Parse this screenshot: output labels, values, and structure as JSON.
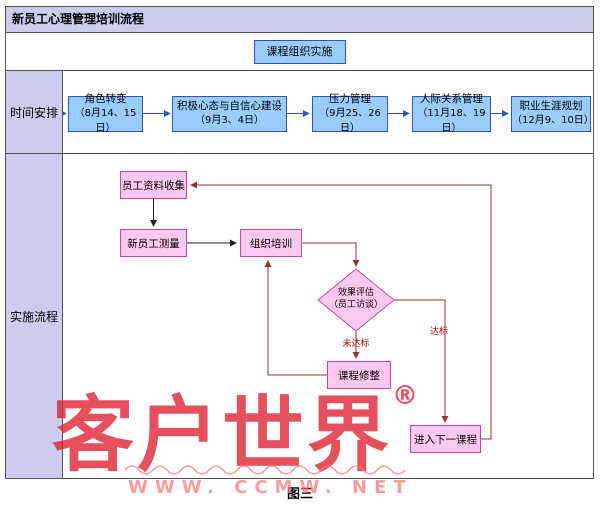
{
  "title": "新员工心理管理培训流程",
  "header": {
    "box_label": "课程组织实施"
  },
  "sidebar": {
    "time_label": "时间安排",
    "process_label": "实施流程"
  },
  "time_boxes": [
    {
      "line1": "角色转变",
      "line2": "（8月14、15日）"
    },
    {
      "line1": "积极心态与自信心建设",
      "line2": "（9月3、4日）"
    },
    {
      "line1": "压力管理",
      "line2": "（9月25、26日）"
    },
    {
      "line1": "人际关系管理",
      "line2": "（11月18、19日）"
    },
    {
      "line1": "职业生涯规划",
      "line2": "（12月9、10日）"
    }
  ],
  "flow": {
    "collect": "员工资料收集",
    "measure": "新员工测量",
    "training": "组织培训",
    "evaluate_line1": "效果评估",
    "evaluate_line2": "（员工访谈）",
    "revise": "课程修整",
    "next_course": "进入下一课程",
    "fail_label": "未达标",
    "pass_label": "达标"
  },
  "watermark": {
    "brand": "客户世界",
    "reg": "®",
    "site": "WWW. CCMW. NET"
  },
  "caption": "图三",
  "colors": {
    "header_bg": "#ccccf0",
    "blue_box_bg": "#99ccff",
    "blue_box_border": "#3355bb",
    "pink_box_bg": "#ffc8f0",
    "pink_box_border": "#cc44aa",
    "arrow_blue": "#3355bb",
    "arrow_red": "#993333",
    "watermark_red": "#e02030"
  }
}
